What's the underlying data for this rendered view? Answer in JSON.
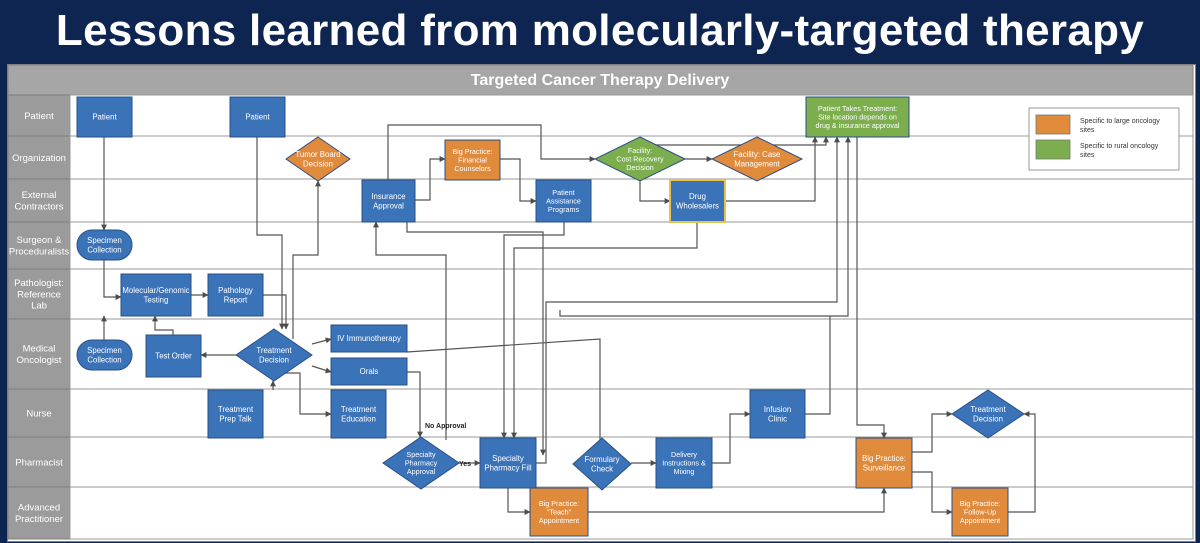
{
  "slide": {
    "title": "Lessons learned from molecularly-targeted therapy"
  },
  "diagram": {
    "title": "Targeted Cancer Therapy Delivery",
    "lanes": [
      [
        "Patient"
      ],
      [
        "Organization"
      ],
      [
        "External",
        "Contractors"
      ],
      [
        "Surgeon &",
        "Proceduralists"
      ],
      [
        "Pathologist:",
        "Reference",
        "Lab"
      ],
      [
        "Medical",
        "Oncologist"
      ],
      [
        "Nurse"
      ],
      [
        "Pharmacist"
      ],
      [
        "Advanced",
        "Practitioner"
      ]
    ],
    "nodes": {
      "patient1": [
        "Patient"
      ],
      "patient2": [
        "Patient"
      ],
      "patient_takes": [
        "Patient Takes Treatment:",
        "Site location depends on",
        "drug & insurance approval"
      ],
      "tumor_board": [
        "Tumor Board",
        "Decision"
      ],
      "big_fin": [
        "Big Practice:",
        "Financial",
        "Counselors"
      ],
      "facility_cost": [
        "Facility:",
        "Cost Recovery",
        "Decision"
      ],
      "facility_case": [
        "Facility: Case",
        "Management"
      ],
      "insurance": [
        "Insurance",
        "Approval"
      ],
      "patient_assist": [
        "Patient",
        "Assistance",
        "Programs"
      ],
      "drug_wholesalers": [
        "Drug",
        "Wholesalers"
      ],
      "specimen1": [
        "Specimen",
        "Collection"
      ],
      "molecular": [
        "Molecular/Genomic",
        "Testing"
      ],
      "path_report": [
        "Pathology",
        "Report"
      ],
      "specimen2": [
        "Specimen",
        "Collection"
      ],
      "test_order": [
        "Test Order"
      ],
      "treat_dec": [
        "Treatment",
        "Decision"
      ],
      "iv_immuno": [
        "IV Immunotherapy"
      ],
      "orals": [
        "Orals"
      ],
      "treat_prep": [
        "Treatment",
        "Prep Talk"
      ],
      "treat_edu": [
        "Treatment",
        "Education"
      ],
      "infusion": [
        "Infusion",
        "Clinic"
      ],
      "treat_dec2": [
        "Treatment",
        "Decision"
      ],
      "spec_pharm_appr": [
        "Specialty",
        "Pharmacy",
        "Approval"
      ],
      "spec_pharm_fill": [
        "Specialty",
        "Pharmacy Fill"
      ],
      "formulary": [
        "Formulary",
        "Check"
      ],
      "delivery": [
        "Delivery",
        "Instructions &",
        "Mixing"
      ],
      "big_surv": [
        "Big Practice:",
        "Surveillance"
      ],
      "big_teach": [
        "Big Practice:",
        "\"Teach\"",
        "Appointment"
      ],
      "big_follow": [
        "Big Practice:",
        "Follow-Up",
        "Appointment"
      ]
    },
    "edge_labels": {
      "no_approval": "No Approval",
      "yes": "Yes"
    },
    "legend": {
      "items": [
        {
          "lines": [
            "Specific to large oncology",
            "sites"
          ],
          "color": "#e08a3c"
        },
        {
          "lines": [
            "Specific to rural oncology",
            "sites"
          ],
          "color": "#7cae4e"
        }
      ]
    },
    "colors": {
      "process_blue": "#3b73b9",
      "large_site_orange": "#e08a3c",
      "rural_site_green": "#7cae4e",
      "lane_header_gray": "#9b9b9b",
      "title_bar_gray": "#a6a6a6",
      "highlight_border": "#e7c34b"
    }
  }
}
